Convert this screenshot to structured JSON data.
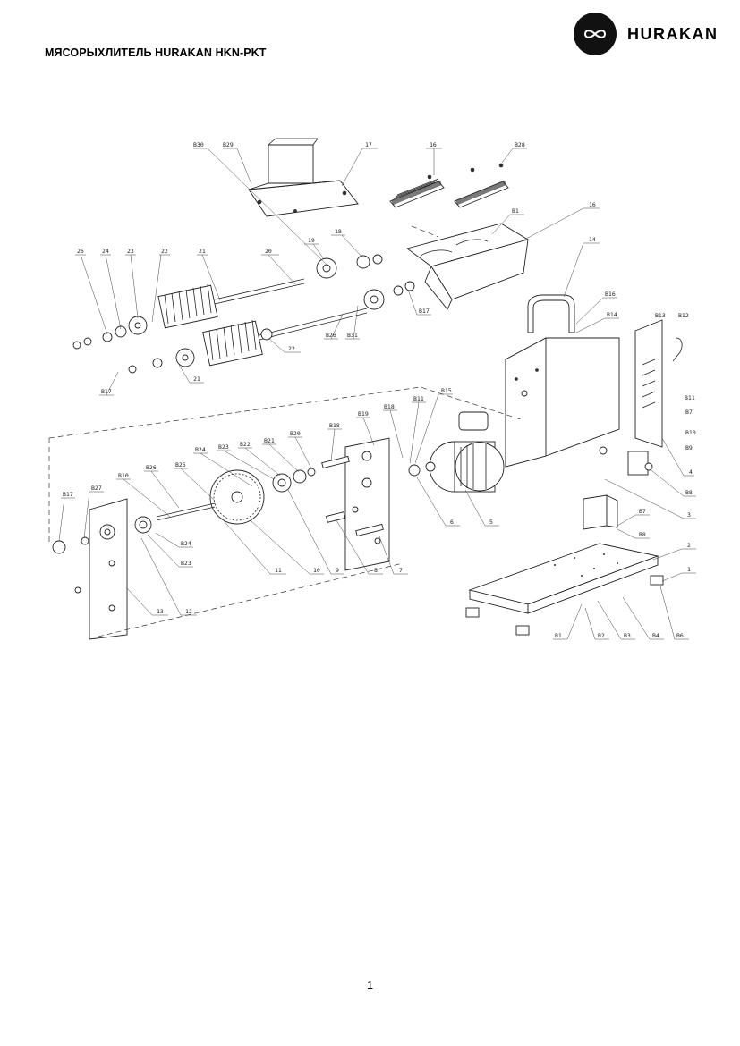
{
  "header": {
    "title": "МЯСОРЫХЛИТЕЛЬ HURAKAN HKN-PKT",
    "brand_name": "HURAKAN"
  },
  "page_number": "1",
  "diagram_labels": {
    "b30": "B30",
    "b29": "B29",
    "p17": "17",
    "p16a": "16",
    "b28": "B28",
    "b1": "B1",
    "p16b": "16",
    "p14": "14",
    "b16": "B16",
    "b14": "B14",
    "b13": "B13",
    "b12": "B12",
    "p26": "26",
    "p24": "24",
    "p23": "23",
    "p22a": "22",
    "p21a": "21",
    "p20": "20",
    "p19": "19",
    "p18": "18",
    "b17a": "B17",
    "b26": "B26",
    "b31": "B31",
    "p22b": "22",
    "p21b": "21",
    "b17b": "B17",
    "b11a": "B11",
    "b7a": "B7",
    "b10": "B10",
    "b9": "B9",
    "p4": "4",
    "b8a": "B8",
    "p3": "3",
    "b19": "B19",
    "b18a": "B18",
    "b18b": "B18",
    "b11b": "B11",
    "b15": "B15",
    "b20": "B20",
    "b21": "B21",
    "b22": "B22",
    "b23": "B23",
    "b24a": "B24",
    "b25": "B25",
    "b26b": "B26",
    "b10b": "B10",
    "b27": "B27",
    "b17c": "B17",
    "b24b": "B24",
    "b23b": "B23",
    "p13": "13",
    "p12": "12",
    "p11": "11",
    "p10": "10",
    "p9": "9",
    "p8": "8",
    "p7": "7",
    "p6": "6",
    "p5": "5",
    "b7b": "B7",
    "b8b": "B8",
    "p2": "2",
    "p1": "1",
    "b1b": "B1",
    "b2": "B2",
    "b3": "B3",
    "b4": "B4",
    "b6": "B6"
  }
}
